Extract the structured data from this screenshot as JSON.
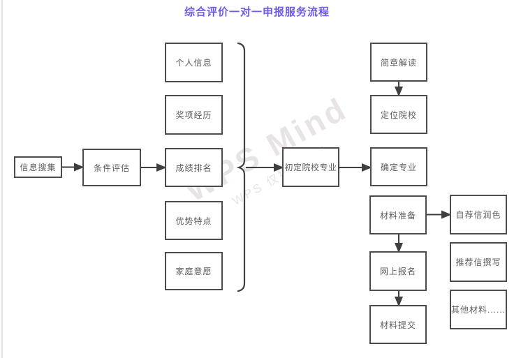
{
  "title": {
    "text": "综合评价一对一申报服务流程"
  },
  "colors": {
    "title": "#6e5be6",
    "node_border": "#4c4c4c",
    "node_text": "#5c5c5c",
    "arrow": "#3f3f3f",
    "watermark": "#e9e4e4"
  },
  "watermark": {
    "line1": "WPS Mind",
    "line2": "WPS 仅提供作图"
  },
  "nodes": [
    {
      "id": "info-collection",
      "label": "信息搜集"
    },
    {
      "id": "condition-evaluation",
      "label": "条件评估"
    },
    {
      "id": "personal-info",
      "label": "个人信息"
    },
    {
      "id": "award-experience",
      "label": "奖项经历"
    },
    {
      "id": "grade-ranking",
      "label": "成绩排名"
    },
    {
      "id": "advantage-traits",
      "label": "优势特点"
    },
    {
      "id": "family-wishes",
      "label": "家庭意愿"
    },
    {
      "id": "preliminary-school-major",
      "label": "初定院校专业"
    },
    {
      "id": "brochure-reading",
      "label": "简章解读"
    },
    {
      "id": "school-positioning",
      "label": "定位院校"
    },
    {
      "id": "major-confirmation",
      "label": "确定专业"
    },
    {
      "id": "material-preparation",
      "label": "材料准备"
    },
    {
      "id": "online-registration",
      "label": "网上报名"
    },
    {
      "id": "material-submission",
      "label": "材料提交"
    },
    {
      "id": "cover-letter-polishing",
      "label": "自荐信润色"
    },
    {
      "id": "recommendation-writing",
      "label": "推荐信撰写"
    },
    {
      "id": "other-materials",
      "label": "其他材料......"
    }
  ]
}
